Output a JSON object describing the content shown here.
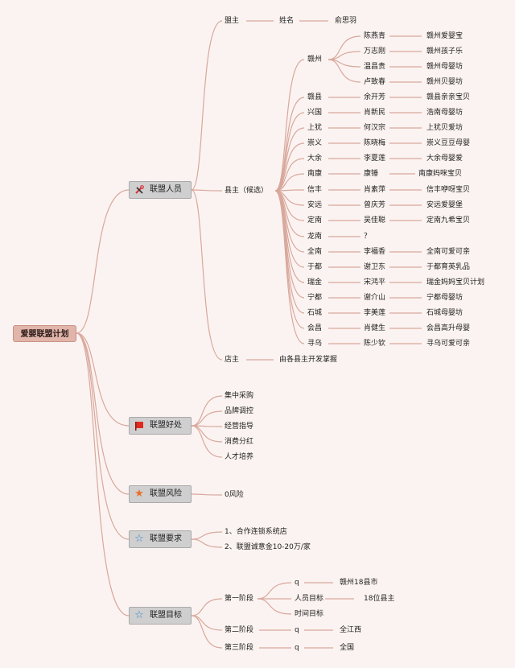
{
  "root": {
    "label": "爱婴联盟计划"
  },
  "branches": {
    "members": {
      "label": "联盟人员",
      "icon": "tools-icon",
      "icon_color": "#d8343a"
    },
    "benefits": {
      "label": "联盟好处",
      "icon": "red-flag-icon",
      "icon_color": "#e02a1e"
    },
    "risk": {
      "label": "联盟风险",
      "icon": "orange-star-icon",
      "icon_color": "#e8702a"
    },
    "require": {
      "label": "联盟要求",
      "icon": "blue-star-icon",
      "icon_color": "#3a86c8"
    },
    "goals": {
      "label": "联盟目标",
      "icon": "blue-star-icon",
      "icon_color": "#3a86c8"
    }
  },
  "members": {
    "leader": {
      "label": "盟主",
      "field": "姓名",
      "name": "俞思羽"
    },
    "county_heads": {
      "label": "县主（候选）",
      "rows": [
        {
          "county": "赣州",
          "person": "陈燕青",
          "shop": "赣州爱婴宝"
        },
        {
          "county": "",
          "person": "万志刚",
          "shop": "赣州孩子乐"
        },
        {
          "county": "",
          "person": "温昌贵",
          "shop": "赣州母婴坊"
        },
        {
          "county": "",
          "person": "卢致春",
          "shop": "赣州贝婴坊"
        },
        {
          "county": "赣县",
          "person": "余开芳",
          "shop": "赣县亲亲宝贝"
        },
        {
          "county": "兴国",
          "person": "肖新民",
          "shop": "浩南母婴坊"
        },
        {
          "county": "上犹",
          "person": "何汉宗",
          "shop": "上犹贝爱坊"
        },
        {
          "county": "崇义",
          "person": "陈晓梅",
          "shop": "崇义豆豆母婴"
        },
        {
          "county": "大余",
          "person": "李夏莲",
          "shop": "大余母婴爱"
        },
        {
          "county": "南康",
          "person": "康锤",
          "shop": "南康妈咪宝贝"
        },
        {
          "county": "信丰",
          "person": "肖素萍",
          "shop": "信丰咿呀宝贝"
        },
        {
          "county": "安远",
          "person": "曾庆芳",
          "shop": "安远爱婴堡"
        },
        {
          "county": "定南",
          "person": "吴佳聪",
          "shop": "定南九希宝贝"
        },
        {
          "county": "龙南",
          "person": "？",
          "shop": ""
        },
        {
          "county": "全南",
          "person": "李福香",
          "shop": "全南可爱可亲"
        },
        {
          "county": "于都",
          "person": "谢卫东",
          "shop": "于都育英乳品"
        },
        {
          "county": "瑞金",
          "person": "宋鸿平",
          "shop": "瑞金妈妈宝贝计划"
        },
        {
          "county": "宁都",
          "person": "谢介山",
          "shop": "宁都母婴坊"
        },
        {
          "county": "石城",
          "person": "李美莲",
          "shop": "石城母婴坊"
        },
        {
          "county": "会昌",
          "person": "肖健生",
          "shop": "会昌高升母婴"
        },
        {
          "county": "寻乌",
          "person": "陈少钦",
          "shop": "寻乌可爱可亲"
        }
      ]
    },
    "store": {
      "label": "店主",
      "value": "由各县主开发掌握"
    }
  },
  "benefits": [
    "集中采购",
    "品牌调控",
    "经营指导",
    "消费分红",
    "人才培养"
  ],
  "risk": [
    "0风险"
  ],
  "requirements": [
    "1、合作连锁系统店",
    "2、联盟诚意金10-20万/家"
  ],
  "goals": {
    "phase1": {
      "label": "第一阶段",
      "items": [
        {
          "label": "q",
          "value": "赣州18县市"
        },
        {
          "label": "人员目标",
          "value": "18位县主"
        },
        {
          "label": "时间目标",
          "value": ""
        }
      ]
    },
    "phase2": {
      "label": "第二阶段",
      "item": "q",
      "value": "全江西"
    },
    "phase3": {
      "label": "第三阶段",
      "item": "q",
      "value": "全国"
    }
  }
}
